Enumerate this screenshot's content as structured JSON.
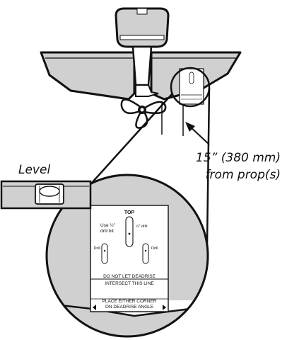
{
  "labels": {
    "level": "Level",
    "distance_line1": "15” (380 mm)",
    "distance_line2": "from prop(s)"
  },
  "template": {
    "top": "TOP",
    "use_bit_line1": "Use ½”",
    "use_bit_line2": "drill bit",
    "slot_a": "½” drill",
    "slot_b": "Drill",
    "slot_c": "Drill",
    "warning_line1": "DO NOT LET DEADRISE",
    "warning_line2": "INTERSECT THIS LINE",
    "corner_line1": "PLACE EITHER CORNER",
    "corner_line2": "ON DEADRISE ANGLE"
  },
  "colors": {
    "hull": "#d0d0d0",
    "outline": "#111111",
    "paper": "#ffffff"
  }
}
